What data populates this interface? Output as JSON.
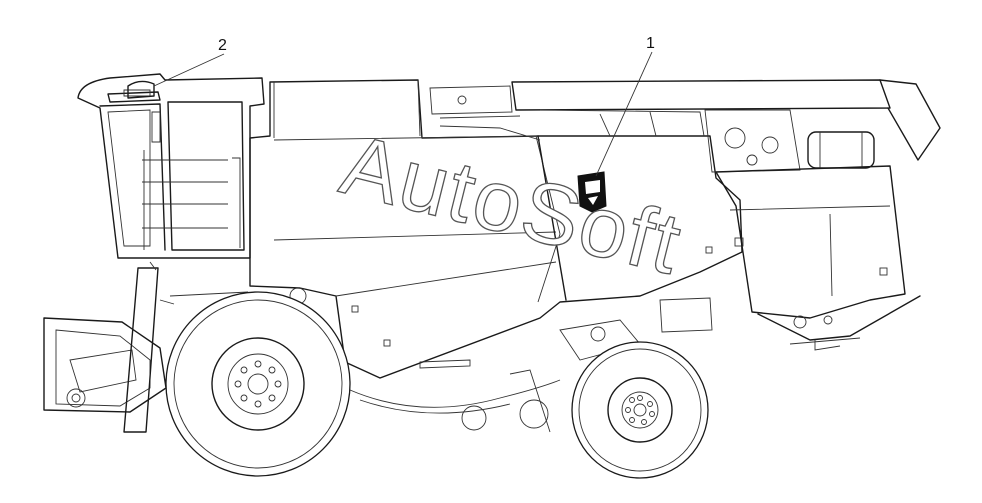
{
  "callouts": [
    {
      "number": "2",
      "label": ""
    },
    {
      "number": "1",
      "label": ""
    }
  ],
  "watermark": "AutoSoft",
  "colors": {
    "line": "#1a1a1a",
    "background": "#ffffff"
  }
}
